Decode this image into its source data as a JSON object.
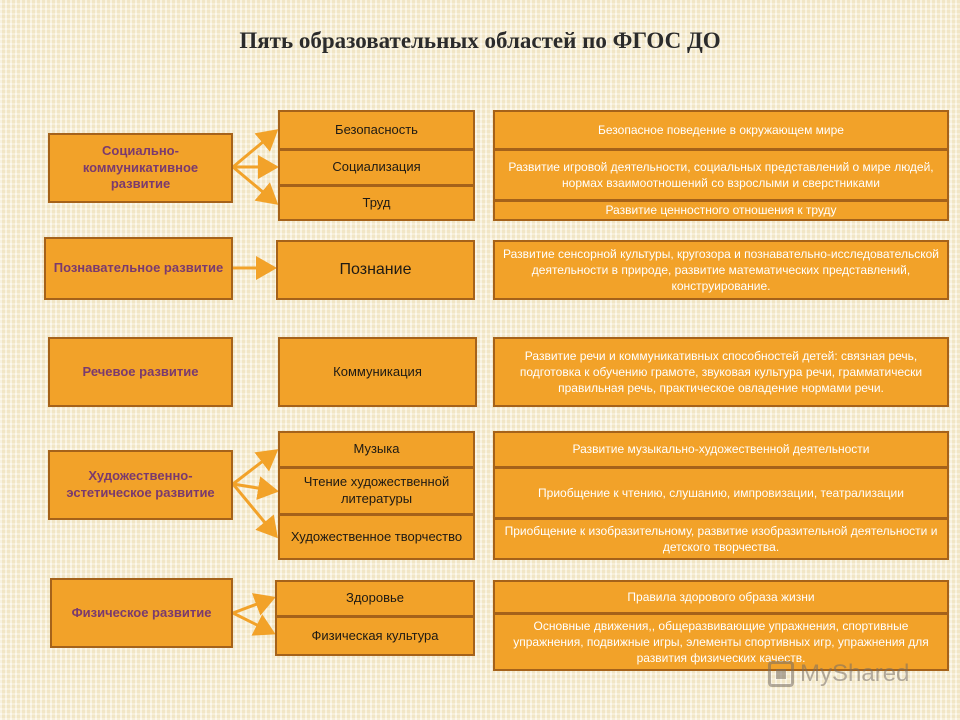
{
  "title": "Пять образовательных областей по ФГОС ДО",
  "areas": [
    {
      "label": "Социально-коммуникативное развитие"
    },
    {
      "label": "Познавательное развитие"
    },
    {
      "label": "Речевое развитие"
    },
    {
      "label": "Художественно-эстетическое развитие"
    },
    {
      "label": "Физическое развитие"
    }
  ],
  "subjects": [
    "Безопасность",
    "Социализация",
    "Труд",
    "Познание",
    "Коммуникация",
    "Музыка",
    "Чтение художественной литературы",
    "Художественное творчество",
    "Здоровье",
    "Физическая культура"
  ],
  "descriptions": [
    "Безопасное поведение в окружающем мире",
    "Развитие игровой деятельности, социальных представлений о мире людей, нормах взаимоотношений со взрослыми и сверстниками",
    "Развитие ценностного отношения к труду",
    "Развитие сенсорной культуры, кругозора и познавательно-исследовательской деятельности в природе, развитие математических представлений, конструирование.",
    "Развитие речи и коммуникативных способностей детей: связная речь, подготовка к обучению грамоте, звуковая культура речи, грамматически правильная речь, практическое овладение нормами речи.",
    "Развитие музыкально-художественной деятельности",
    "Приобщение к чтению, слушанию, импровизации, театрализации",
    "Приобщение к изобразительному, развитие изобразительной деятельности и детского творчества.",
    "Правила здорового образа жизни",
    "Основные движения,, общеразвивающие упражнения, спортивные упражнения, подвижные игры, элементы спортивных игр, упражнения для развития физических качеств."
  ],
  "watermark": "MyShared",
  "colors": {
    "box_fill": "#f2a229",
    "box_border": "#a5621a",
    "arrow": "#f2a229",
    "area_text": "#7a3a6e"
  }
}
